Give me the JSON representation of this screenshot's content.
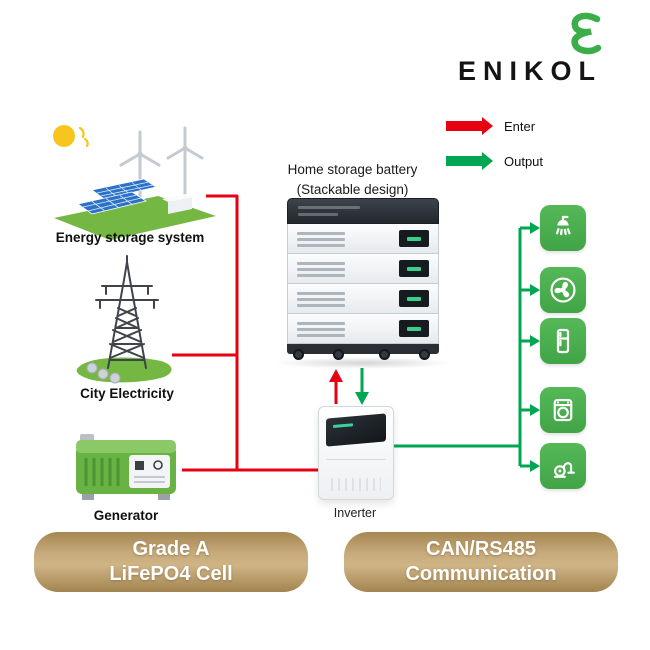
{
  "logo": {
    "text": "ENIKOL"
  },
  "legend": {
    "enter_label": "Enter",
    "output_label": "Output"
  },
  "sources": [
    {
      "id": "energy-storage-system",
      "label": "Energy storage system"
    },
    {
      "id": "city-electricity",
      "label": "City Electricity"
    },
    {
      "id": "generator",
      "label": "Generator"
    }
  ],
  "battery": {
    "title_line1": "Home storage battery",
    "title_line2": "(Stackable design)",
    "module_count": 4
  },
  "inverter": {
    "label": "Inverter"
  },
  "appliances": [
    {
      "icon": "shower-icon"
    },
    {
      "icon": "fan-icon"
    },
    {
      "icon": "refrigerator-icon"
    },
    {
      "icon": "washing-machine-icon"
    },
    {
      "icon": "vacuum-cleaner-icon"
    }
  ],
  "banners": [
    {
      "line1": "Grade A",
      "line2": "LiFePO4 Cell"
    },
    {
      "line1": "CAN/RS485",
      "line2": "Communication"
    }
  ],
  "colors": {
    "enter_red": "#e60012",
    "output_green": "#00a651",
    "appliance_green": "#4bb04e",
    "banner_tan": "#bfa271",
    "logo_green": "#3bae49"
  }
}
